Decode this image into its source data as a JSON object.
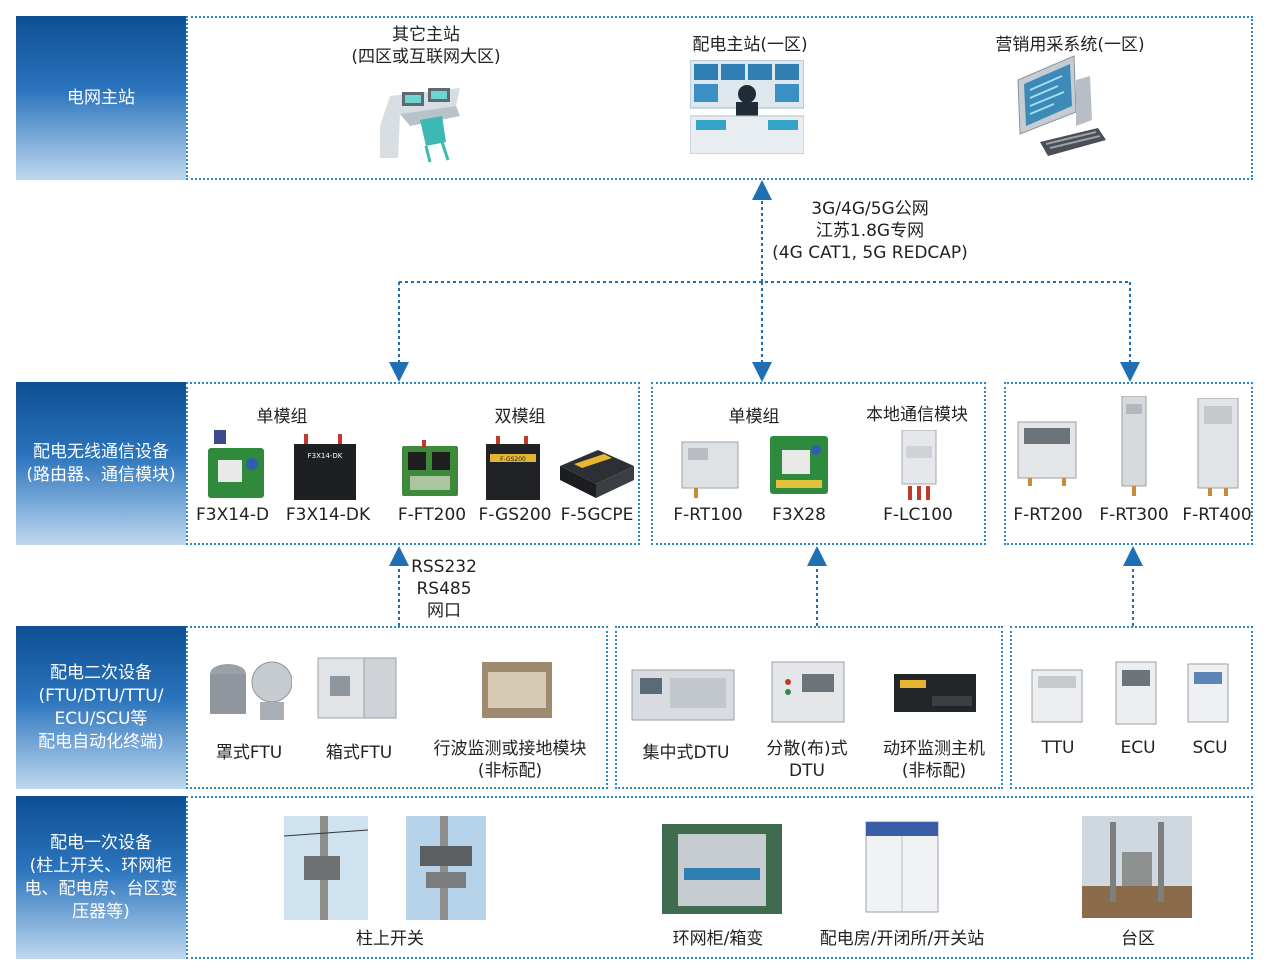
{
  "layers": {
    "master": "电网主站",
    "wireless": "配电无线通信设备\n(路由器、通信模块)",
    "secondary": "配电二次设备\n(FTU/DTU/TTU/\nECU/SCU等\n配电自动化终端)",
    "primary": "配电一次设备\n(柱上开关、环网柜\n电、配电房、台区变\n压器等)"
  },
  "master": {
    "other": "其它主站\n(四区或互联网大区)",
    "distribution": "配电主站(一区)",
    "marketing": "营销用采系统(一区)"
  },
  "network_note": "3G/4G/5G公网\n江苏1.8G专网\n(4G CAT1, 5G REDCAP)",
  "serial_note": "RSS232\nRS485\n网口",
  "wireless": {
    "group1_single": "单模组",
    "group1_dual": "双模组",
    "group1_devices": [
      "F3X14-D",
      "F3X14-DK",
      "F-FT200",
      "F-GS200",
      "F-5GCPE"
    ],
    "group2_single": "单模组",
    "group2_local": "本地通信模块",
    "group2_devices": [
      "F-RT100",
      "F3X28",
      "F-LC100"
    ],
    "group3_devices": [
      "F-RT200",
      "F-RT300",
      "F-RT400"
    ],
    "router_badge": "F3X14-DK",
    "gs_badge": "F-GS200"
  },
  "secondary": {
    "group1": [
      "罩式FTU",
      "箱式FTU",
      "行波监测或接地模块\n(非标配)"
    ],
    "group2": [
      "集中式DTU",
      "分散(布)式\nDTU",
      "动环监测主机\n(非标配)"
    ],
    "group3": [
      "TTU",
      "ECU",
      "SCU"
    ]
  },
  "primary": {
    "items": [
      "柱上开关",
      "环网柜/箱变",
      "配电房/开闭所/开关站",
      "台区"
    ]
  }
}
